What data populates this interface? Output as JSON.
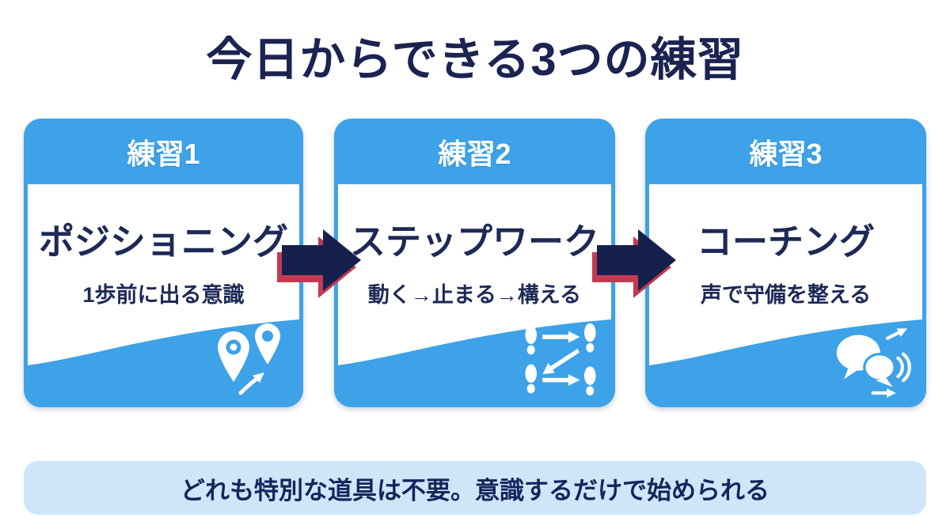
{
  "title": "今日からできる3つの練習",
  "cards": [
    {
      "badge": "練習1",
      "title": "ポジショニング",
      "subtitle": "1歩前に出る意識",
      "icon": "map-pins-icon"
    },
    {
      "badge": "練習2",
      "title": "ステップワーク",
      "subtitle": "動く→止まる→構える",
      "icon": "footsteps-icon"
    },
    {
      "badge": "練習3",
      "title": "コーチング",
      "subtitle": "声で守備を整える",
      "icon": "speech-bubbles-icon"
    }
  ],
  "footer": {
    "text": "どれも特別な道具は不要。意識するだけで始められる"
  },
  "colors": {
    "card_blue": "#3da2e8",
    "text_navy": "#1d2956",
    "title_navy": "#1b2351",
    "arrow_navy": "#16204d",
    "arrow_red": "#c23b52",
    "banner_bg": "#cfe6f9",
    "banner_text": "#13265c",
    "icon_white": "#ffffff"
  }
}
